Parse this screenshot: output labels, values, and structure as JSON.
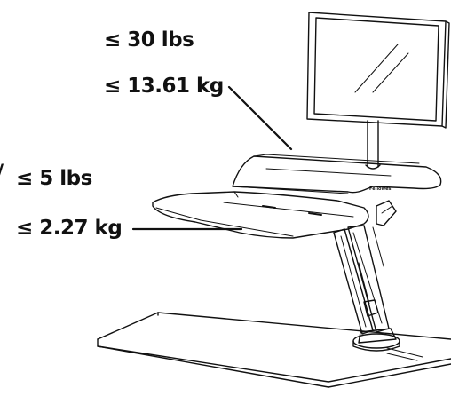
{
  "labels": {
    "top_weight_lbs": "≤ 30 lbs",
    "top_weight_kg": "≤ 13.61 kg",
    "keyboard_weight_lbs": "≤ 5 lbs",
    "keyboard_weight_kg": "≤ 2.27 kg",
    "edge_mark": "/"
  },
  "brand_text": "Fellowes",
  "colors": {
    "ink": "#111111",
    "background": "#ffffff"
  }
}
